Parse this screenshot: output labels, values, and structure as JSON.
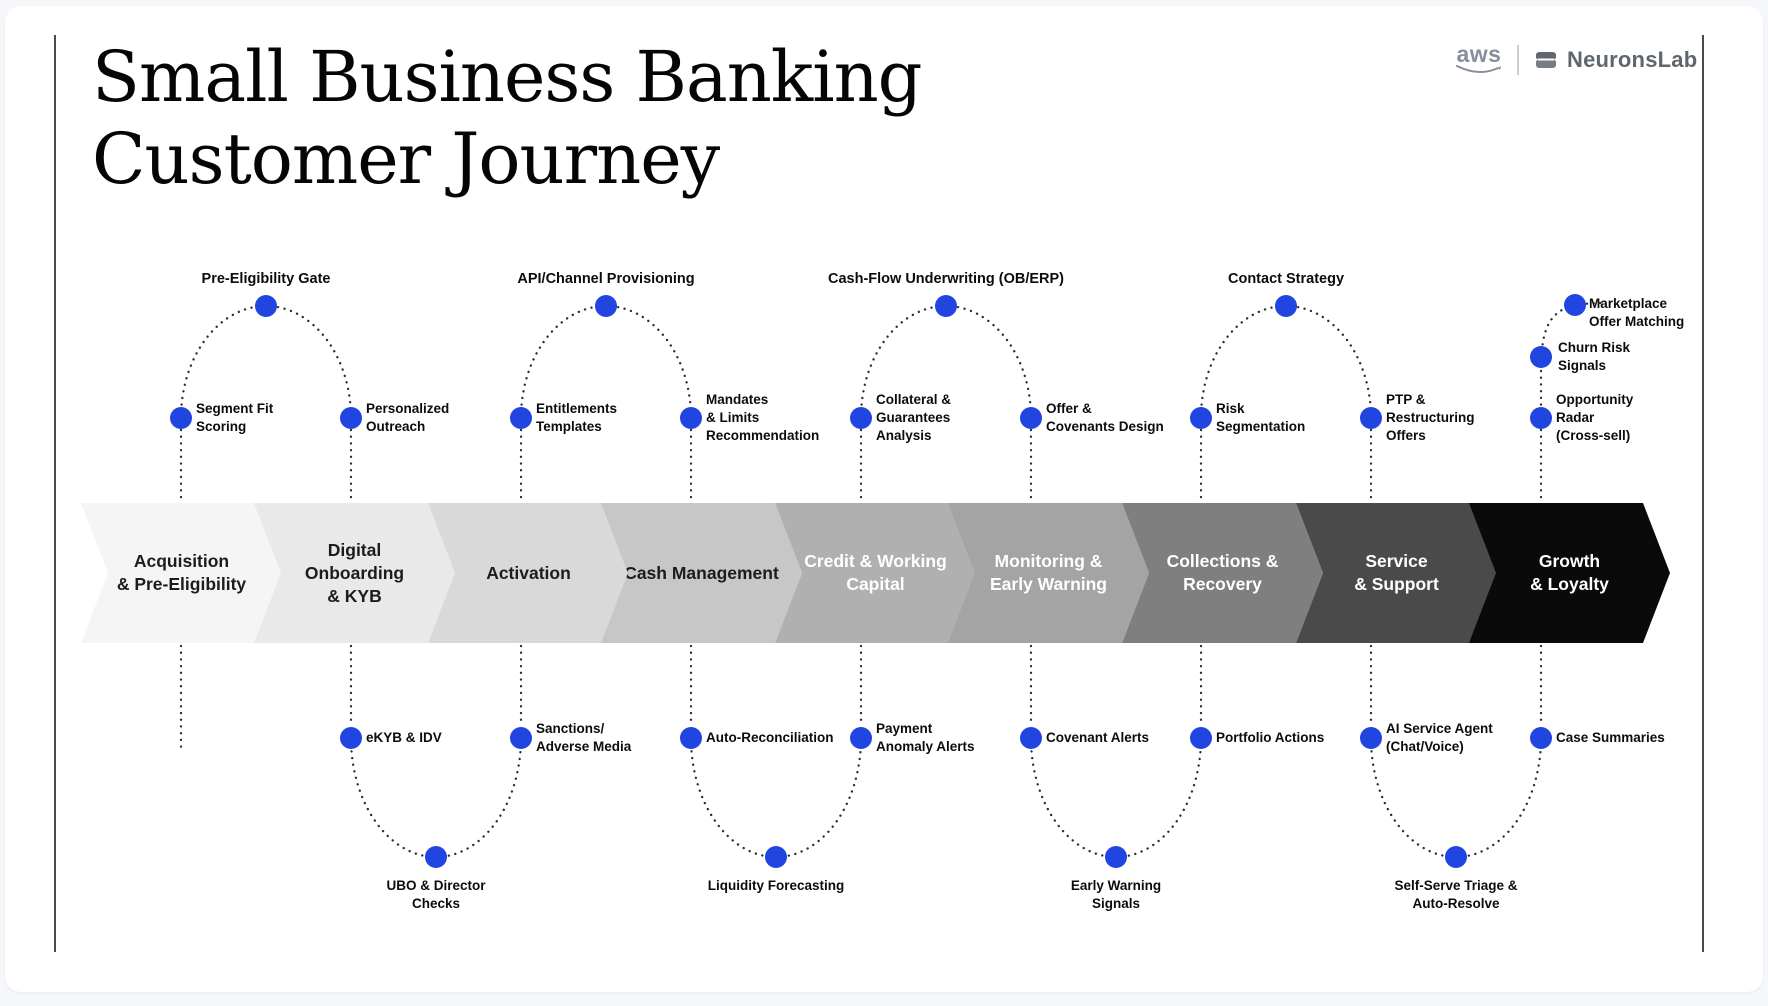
{
  "title": {
    "line1": "Small Business Banking",
    "line2": "Customer Journey"
  },
  "logos": {
    "aws_label": "aws",
    "partner_label": "NeuronsLab"
  },
  "colors": {
    "dot_blue": "#2045e0",
    "line_dark": "#2b2b2b",
    "bg_page": "#f5f7fb",
    "logo_gray": "#868f9b",
    "partner_gray": "#5f666d"
  },
  "journey": {
    "stages": [
      {
        "label": "Acquisition\n& Pre-Eligibility",
        "bg": "#f5f5f5",
        "fg": "#1c1c1c"
      },
      {
        "label": "Digital\nOnboarding\n& KYB",
        "bg": "#e9e9e9",
        "fg": "#1c1c1c"
      },
      {
        "label": "Activation",
        "bg": "#d9d9d9",
        "fg": "#1c1c1c"
      },
      {
        "label": "Cash Management",
        "bg": "#c7c7c7",
        "fg": "#1c1c1c"
      },
      {
        "label": "Credit & Working\nCapital",
        "bg": "#b0b0b0",
        "fg": "#ffffff"
      },
      {
        "label": "Monitoring &\nEarly Warning",
        "bg": "#a4a4a4",
        "fg": "#ffffff"
      },
      {
        "label": "Collections &\nRecovery",
        "bg": "#7f7f7f",
        "fg": "#ffffff"
      },
      {
        "label": "Service\n& Support",
        "bg": "#4a4a4a",
        "fg": "#ffffff"
      },
      {
        "label": "Growth\n& Loyalty",
        "bg": "#0a0a0a",
        "fg": "#ffffff"
      }
    ],
    "top_arcs": [
      {
        "label": "Pre-Eligibility Gate"
      },
      {
        "label": "API/Channel Provisioning"
      },
      {
        "label": "Cash-Flow Underwriting (OB/ERP)"
      },
      {
        "label": "Contact Strategy"
      }
    ],
    "top_points": [
      {
        "label": "Segment Fit\nScoring"
      },
      {
        "label": "Personalized\nOutreach"
      },
      {
        "label": "Entitlements\nTemplates"
      },
      {
        "label": "Mandates\n& Limits\nRecommendation"
      },
      {
        "label": "Collateral &\nGuarantees\nAnalysis"
      },
      {
        "label": "Offer &\nCovenants Design"
      },
      {
        "label": "Risk\nSegmentation"
      },
      {
        "label": "PTP &\nRestructuring\nOffers"
      },
      {
        "label": "Opportunity\nRadar\n(Cross-sell)"
      }
    ],
    "right_cluster": {
      "churn": {
        "label": "Churn Risk\nSignals"
      },
      "marketplace": {
        "label": "Marketplace\nOffer Matching"
      }
    },
    "bottom_points": [
      {
        "label": "eKYB & IDV"
      },
      {
        "label": "Sanctions/\nAdverse Media"
      },
      {
        "label": "Auto-Reconciliation"
      },
      {
        "label": "Payment\nAnomaly Alerts"
      },
      {
        "label": "Covenant Alerts"
      },
      {
        "label": "Portfolio Actions"
      },
      {
        "label": "AI Service Agent\n(Chat/Voice)"
      },
      {
        "label": "Case Summaries"
      }
    ],
    "bottom_arcs": [
      {
        "label": "UBO & Director\nChecks"
      },
      {
        "label": "Liquidity Forecasting"
      },
      {
        "label": "Early Warning\nSignals"
      },
      {
        "label": "Self-Serve Triage &\nAuto-Resolve"
      }
    ]
  }
}
